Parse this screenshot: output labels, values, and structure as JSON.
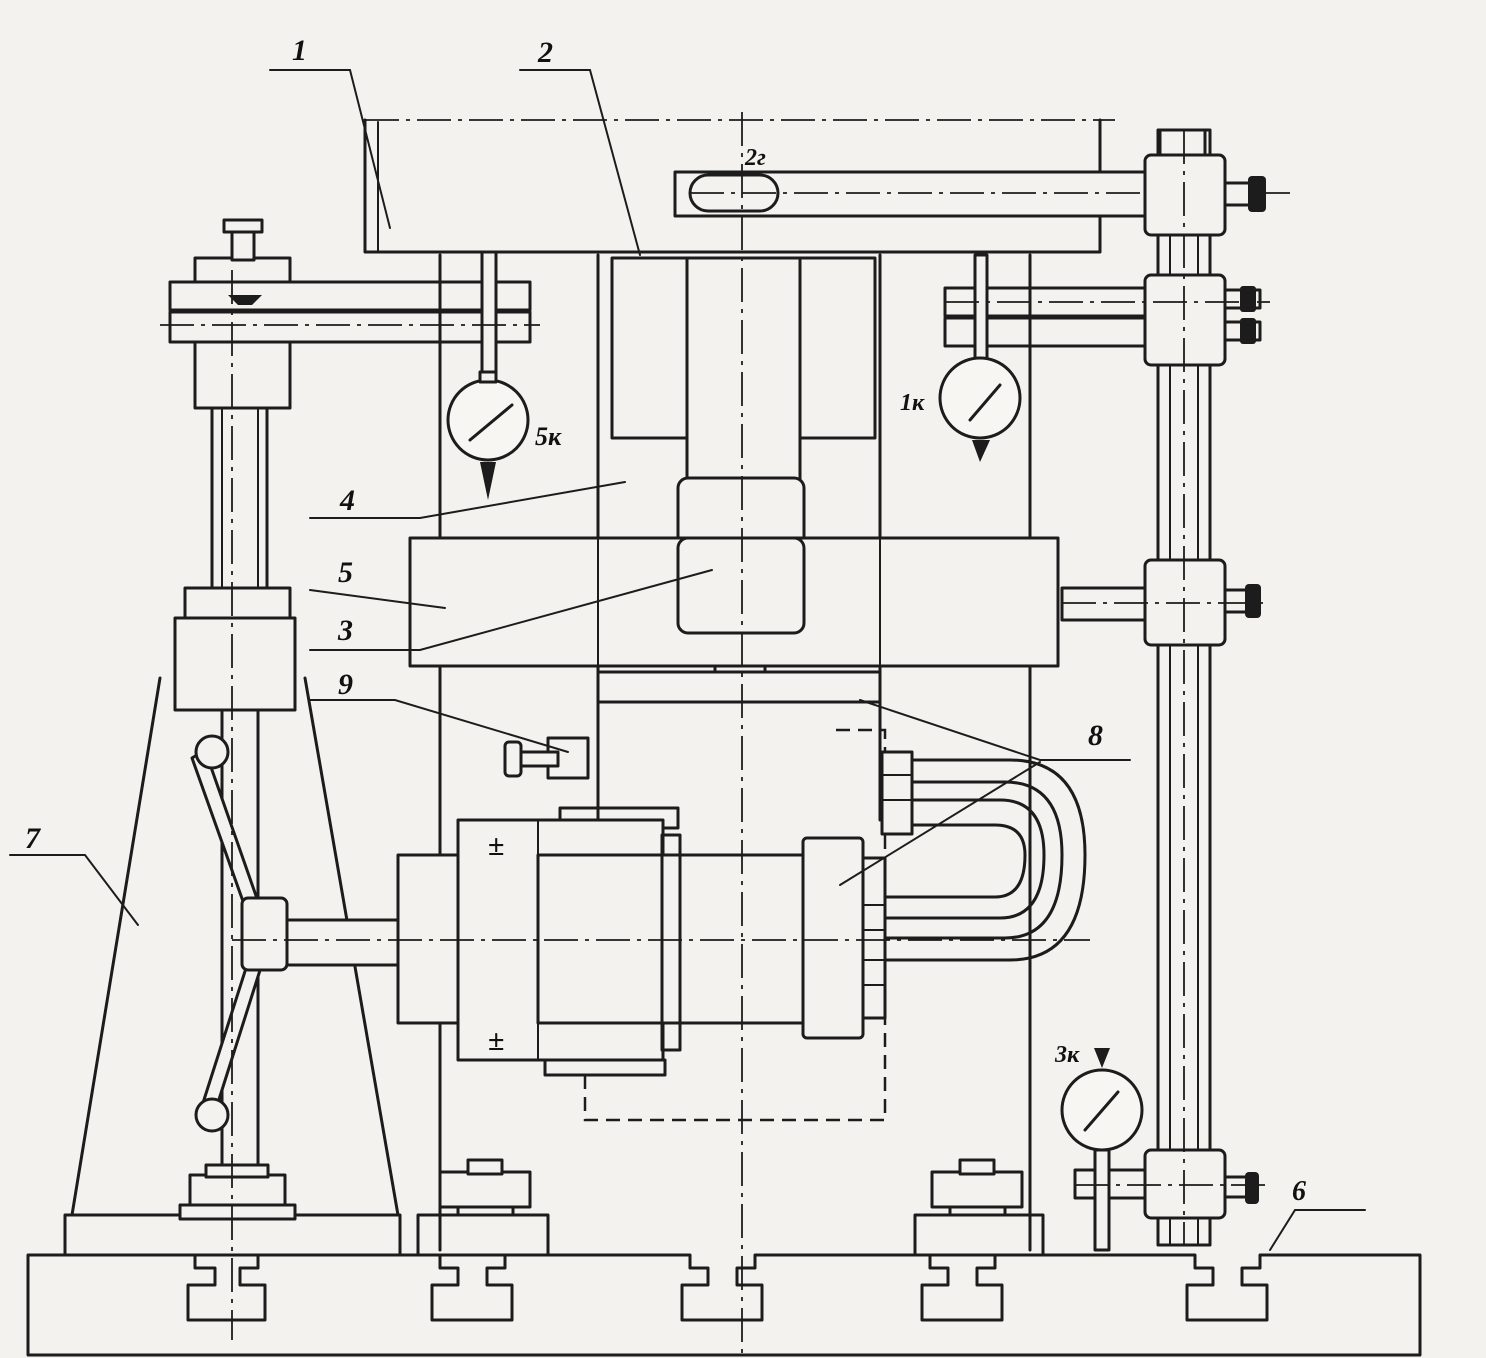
{
  "labels": {
    "part_1": "1",
    "part_2": "2",
    "part_3": "3",
    "part_4": "4",
    "part_5": "5",
    "part_6": "6",
    "part_7": "7",
    "part_8": "8",
    "part_9": "9",
    "gauge_5k": "5к",
    "gauge_1k": "1к",
    "gauge_3k": "3к",
    "mark_2g": "2г",
    "plus_top": "±",
    "plus_bottom": "±"
  }
}
